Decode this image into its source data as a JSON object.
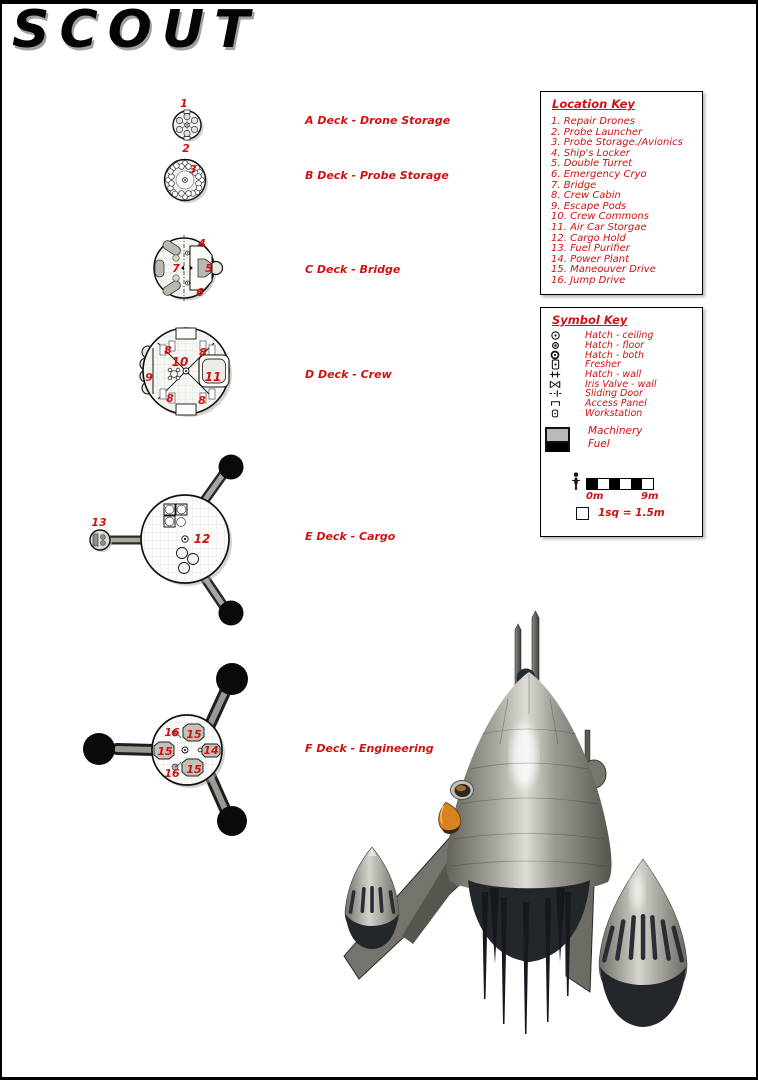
{
  "title": "SCOUT",
  "colors": {
    "accent_red": "#d01111",
    "page_background": "#ffffff",
    "frame_border": "#000000",
    "machinery_gray": "#b9b9b9",
    "fuel_black": "#000000",
    "hull_gray": "#a8a8a0",
    "aircar_orange": "#e08a28"
  },
  "decks": [
    {
      "label": "A Deck - Drone Storage",
      "callouts": [
        "1",
        "2"
      ]
    },
    {
      "label": "B Deck - Probe Storage",
      "callouts": [
        "3"
      ]
    },
    {
      "label": "C Deck - Bridge",
      "callouts": [
        "4",
        "7",
        "5",
        "6"
      ]
    },
    {
      "label": "D Deck - Crew",
      "callouts": [
        "8",
        "8",
        "9",
        "10",
        "11",
        "8",
        "8"
      ]
    },
    {
      "label": "E Deck - Cargo",
      "callouts": [
        "13",
        "12"
      ]
    },
    {
      "label": "F Deck - Engineering",
      "callouts": [
        "16",
        "15",
        "15",
        "14",
        "15",
        "16"
      ]
    }
  ],
  "location_key": {
    "title": "Location Key",
    "items": [
      "1. Repair Drones",
      "2. Probe Launcher",
      "3. Probe Storage./Avionics",
      "4. Ship's Locker",
      "5. Double Turret",
      "6. Emergency Cryo",
      "7. Bridge",
      "8. Crew Cabin",
      "9. Escape Pods",
      "10. Crew Commons",
      "11. Air Car Storgae",
      "12. Cargo Hold",
      "13. Fuel Purifier",
      "14. Power Plant",
      "15. Maneouver Drive",
      "16. Jump Drive"
    ]
  },
  "symbol_key": {
    "title": "Symbol Key",
    "rows": [
      {
        "icon": "hatch-ceiling-icon",
        "label": "Hatch - ceiling"
      },
      {
        "icon": "hatch-floor-icon",
        "label": "Hatch - floor"
      },
      {
        "icon": "hatch-both-icon",
        "label": "Hatch - both"
      },
      {
        "icon": "fresher-icon",
        "label": "Fresher"
      },
      {
        "icon": "hatch-wall-icon",
        "label": "Hatch - wall"
      },
      {
        "icon": "iris-valve-icon",
        "label": "Iris Valve - wall"
      },
      {
        "icon": "sliding-door-icon",
        "label": "Sliding Door"
      },
      {
        "icon": "access-panel-icon",
        "label": "Access Panel"
      },
      {
        "icon": "workstation-icon",
        "label": "Workstation"
      }
    ],
    "swatch_labels": [
      "Machinery",
      "Fuel"
    ],
    "scale": {
      "start": "0m",
      "end": "9m",
      "note": "1sq = 1.5m"
    }
  }
}
